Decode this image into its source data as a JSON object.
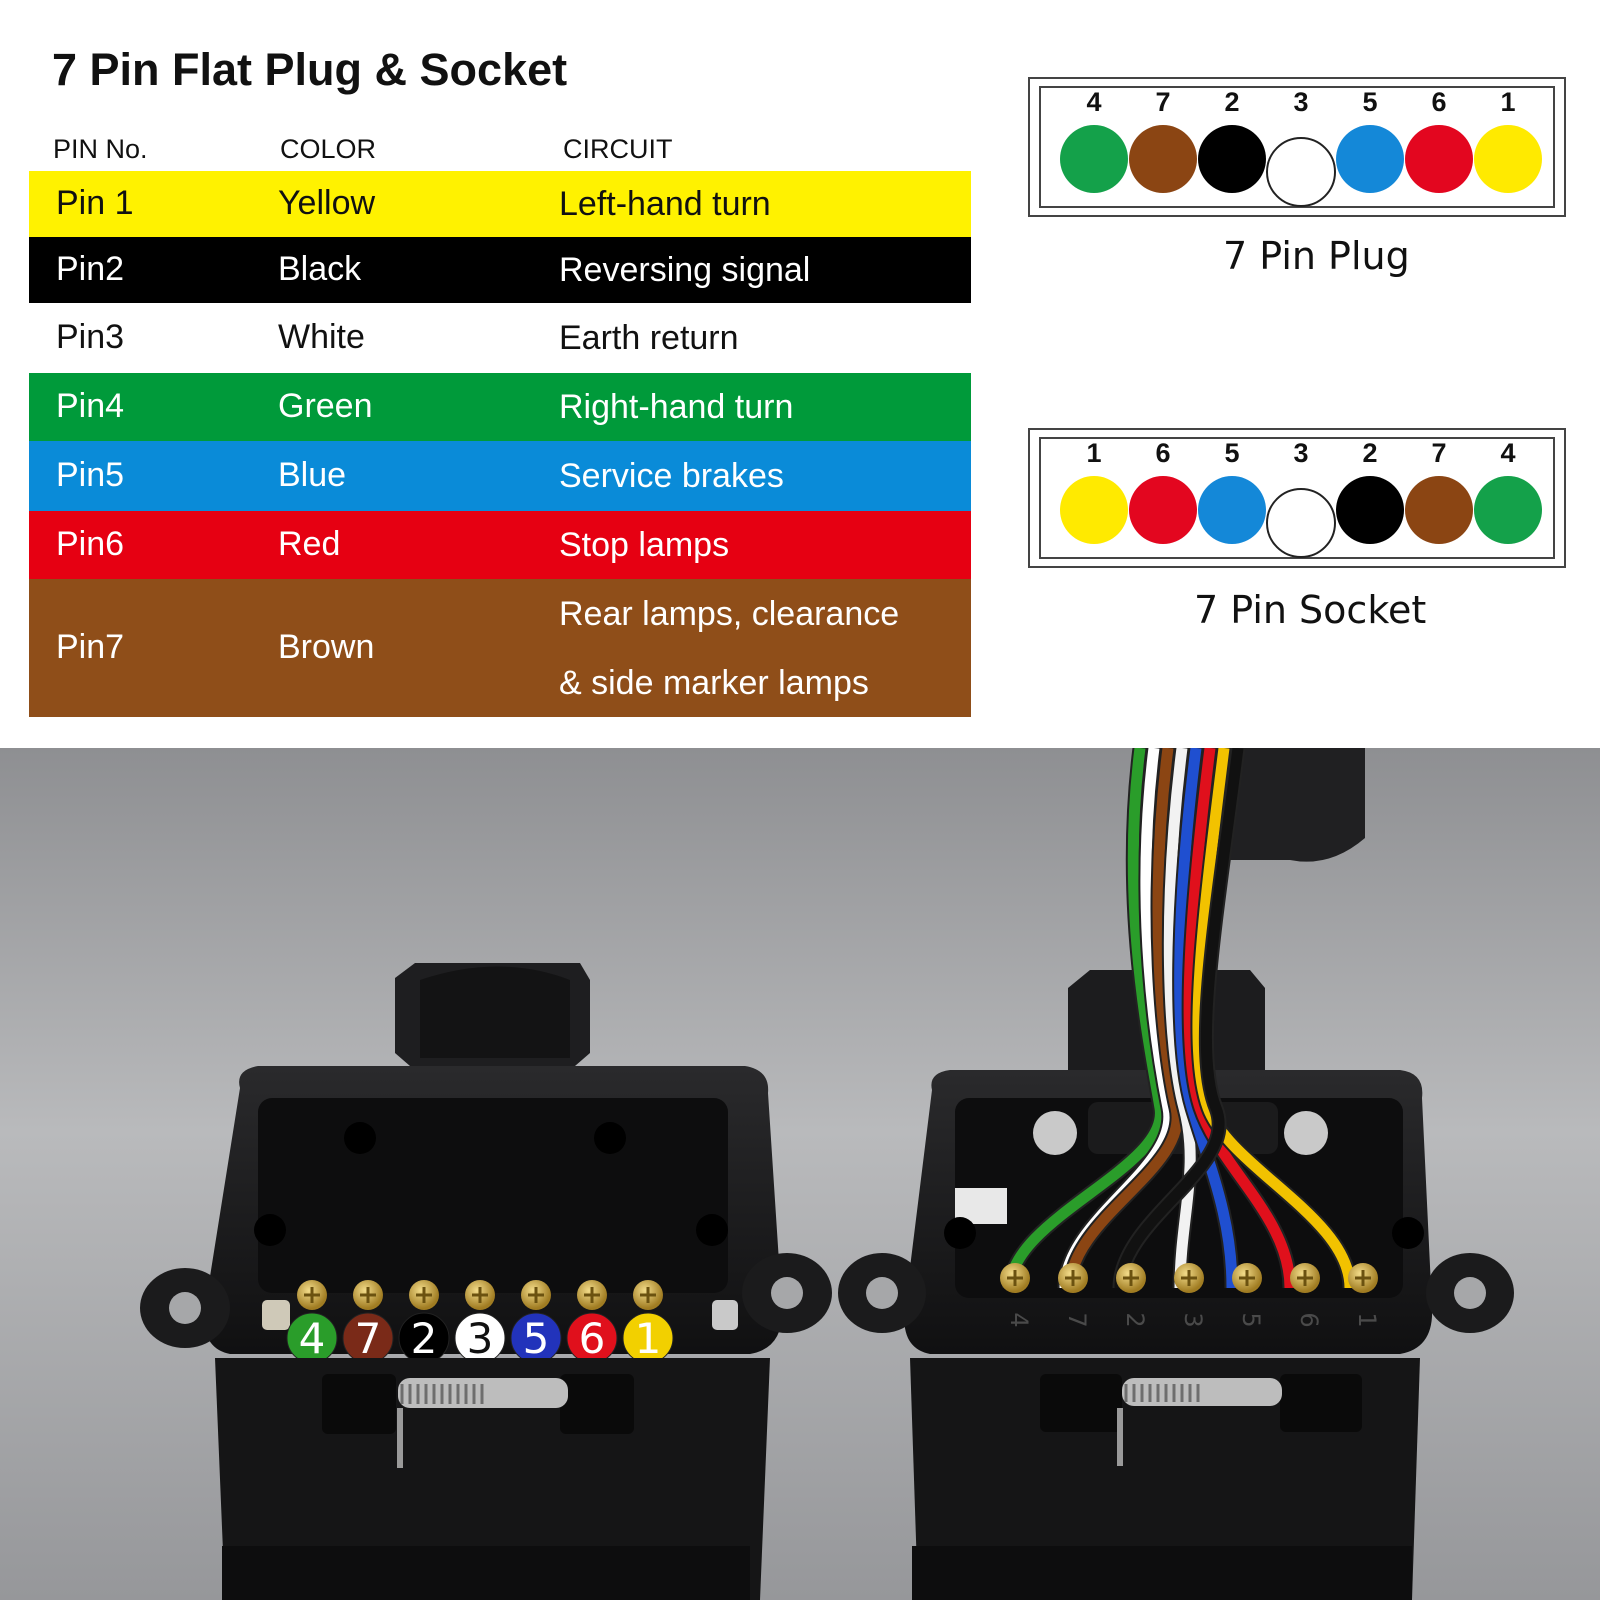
{
  "table": {
    "title": "7 Pin Flat Plug & Socket",
    "headers": {
      "pin": "PIN No.",
      "color": "COLOR",
      "circuit": "CIRCUIT"
    },
    "rows": [
      {
        "pin": "Pin 1",
        "color": "Yellow",
        "circuit": [
          "Left-hand turn"
        ],
        "bg": "#fff200",
        "fg": "#111111"
      },
      {
        "pin": "Pin2",
        "color": "Black",
        "circuit": [
          "Reversing signal"
        ],
        "bg": "#000000",
        "fg": "#ffffff"
      },
      {
        "pin": "Pin3",
        "color": "White",
        "circuit": [
          "Earth return"
        ],
        "bg": "#ffffff",
        "fg": "#111111"
      },
      {
        "pin": "Pin4",
        "color": "Green",
        "circuit": [
          "Right-hand turn"
        ],
        "bg": "#009a3a",
        "fg": "#ffffff"
      },
      {
        "pin": "Pin5",
        "color": "Blue",
        "circuit": [
          "Service brakes"
        ],
        "bg": "#0a8bd8",
        "fg": "#ffffff"
      },
      {
        "pin": "Pin6",
        "color": "Red",
        "circuit": [
          "Stop lamps"
        ],
        "bg": "#e60012",
        "fg": "#ffffff"
      },
      {
        "pin": "Pin7",
        "color": "Brown",
        "circuit": [
          "Rear lamps, clearance",
          "& side marker lamps"
        ],
        "bg": "#8f4e19",
        "fg": "#ffffff"
      }
    ]
  },
  "plug": {
    "caption": "7 Pin Plug",
    "pins": [
      {
        "num": "4",
        "color": "#14a14a"
      },
      {
        "num": "7",
        "color": "#8b4513"
      },
      {
        "num": "2",
        "color": "#000000"
      },
      {
        "num": "3",
        "color": "#ffffff"
      },
      {
        "num": "5",
        "color": "#1488d8"
      },
      {
        "num": "6",
        "color": "#e3061f"
      },
      {
        "num": "1",
        "color": "#ffea00"
      }
    ]
  },
  "socket": {
    "caption": "7 Pin Socket",
    "pins": [
      {
        "num": "1",
        "color": "#ffea00"
      },
      {
        "num": "6",
        "color": "#e3061f"
      },
      {
        "num": "5",
        "color": "#1488d8"
      },
      {
        "num": "3",
        "color": "#ffffff"
      },
      {
        "num": "2",
        "color": "#000000"
      },
      {
        "num": "7",
        "color": "#8b4513"
      },
      {
        "num": "4",
        "color": "#14a14a"
      }
    ]
  },
  "photo": {
    "terminal_badges": [
      {
        "num": "4",
        "color": "#2a9d2a"
      },
      {
        "num": "7",
        "color": "#7a2a18"
      },
      {
        "num": "2",
        "color": "#000000"
      },
      {
        "num": "3",
        "color": "#ffffff"
      },
      {
        "num": "5",
        "color": "#2233bb"
      },
      {
        "num": "6",
        "color": "#e0101c"
      },
      {
        "num": "1",
        "color": "#f2d000"
      }
    ],
    "socket_terminal_labels": [
      "4",
      "7",
      "2",
      "3",
      "5",
      "6",
      "1"
    ],
    "wire_colors": [
      "#2a9d2a",
      "#ffffff",
      "#8b4513",
      "#f2f2f2",
      "#1f4fd0",
      "#e0101c",
      "#f2c200",
      "#111111"
    ]
  }
}
